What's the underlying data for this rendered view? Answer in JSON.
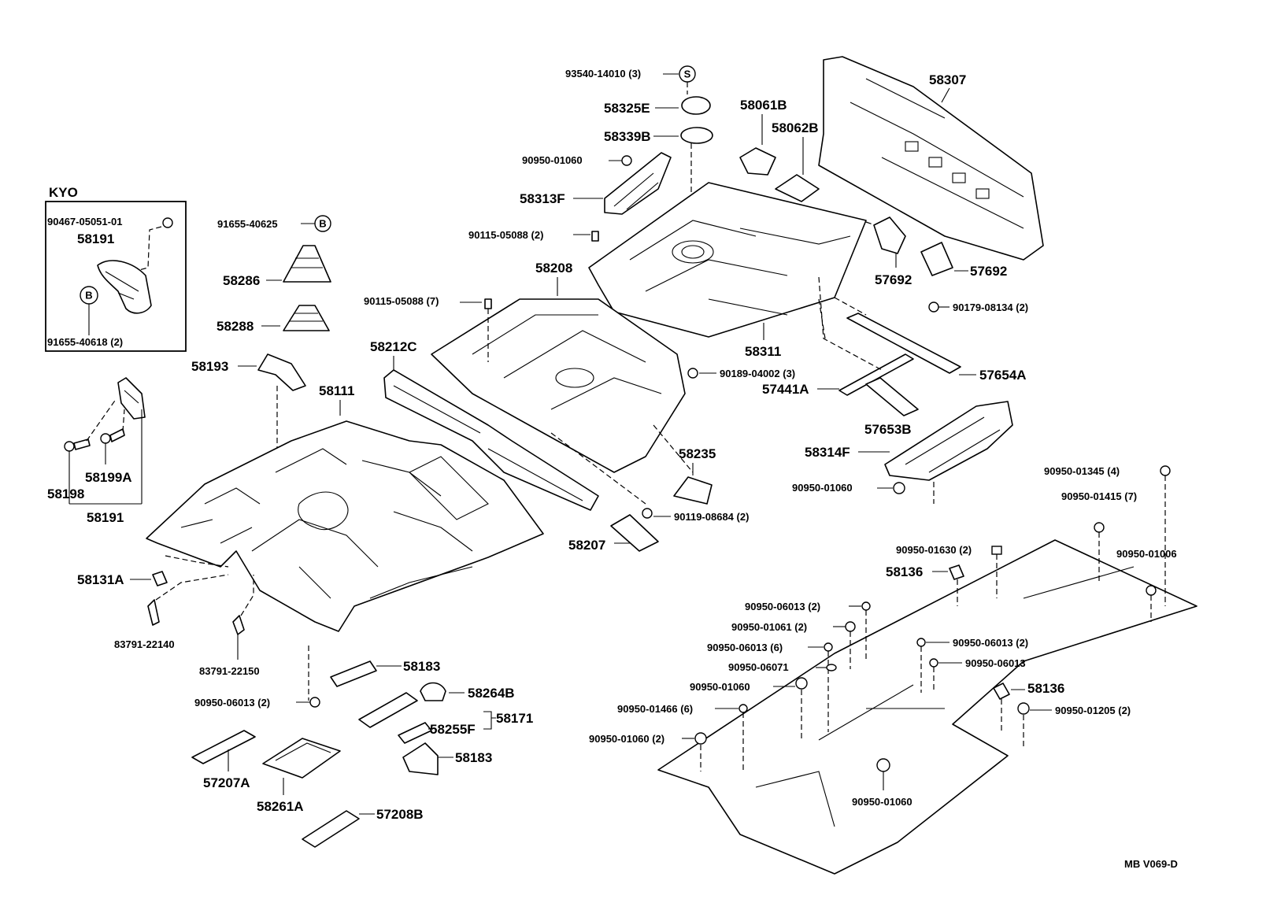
{
  "labels": {
    "kyo": "KYO",
    "p90467": "90467-05051-01",
    "p58191a": "58191",
    "p91655_40618": "91655-40618 (2)",
    "p91655_40625": "91655-40625",
    "p58286": "58286",
    "p58288": "58288",
    "p58193": "58193",
    "p58198": "58198",
    "p58199A": "58199A",
    "p58191b": "58191",
    "p58111": "58111",
    "p58131A": "58131A",
    "p83791_22140": "83791-22140",
    "p83791_22150": "83791-22150",
    "p93540": "93540-14010 (3)",
    "p58325E": "58325E",
    "p58339B": "58339B",
    "p90950_01060a": "90950-01060",
    "p58313F": "58313F",
    "p90115_2": "90115-05088 (2)",
    "p58208": "58208",
    "p90115_7": "90115-05088 (7)",
    "p58212C": "58212C",
    "p58061B": "58061B",
    "p58062B": "58062B",
    "p58307": "58307",
    "p57692a": "57692",
    "p57692b": "57692",
    "p90179": "90179-08134 (2)",
    "p58311": "58311",
    "p90189": "90189-04002 (3)",
    "p57654A": "57654A",
    "p57441A": "57441A",
    "p57653B": "57653B",
    "p58314F": "58314F",
    "p90950_01060b": "90950-01060",
    "p58235": "58235",
    "p90119": "90119-08684 (2)",
    "p58207": "58207",
    "p58183a": "58183",
    "p58264B": "58264B",
    "p90950_06013_2a": "90950-06013 (2)",
    "p58255F": "58255F",
    "p58171": "58171",
    "p58183b": "58183",
    "p57207A": "57207A",
    "p58261A": "58261A",
    "p57208B": "57208B",
    "p90950_01345": "90950-01345 (4)",
    "p90950_01415": "90950-01415 (7)",
    "p90950_01630": "90950-01630 (2)",
    "p90950_01006": "90950-01006",
    "p58136a": "58136",
    "p90950_06013_2b": "90950-06013 (2)",
    "p90950_01061": "90950-01061 (2)",
    "p90950_06013_2c": "90950-06013 (2)",
    "p90950_06013_6": "90950-06013 (6)",
    "p90950_06013": "90950-06013",
    "p90950_06071": "90950-06071",
    "p90950_01060c": "90950-01060",
    "p58136b": "58136",
    "p90950_01466": "90950-01466 (6)",
    "p90950_01205": "90950-01205 (2)",
    "p90950_01060_2": "90950-01060 (2)",
    "p90950_01060d": "90950-01060",
    "footer": "MB  V069-D"
  },
  "symbols": {
    "s": "S",
    "b1": "B",
    "b2": "B"
  }
}
